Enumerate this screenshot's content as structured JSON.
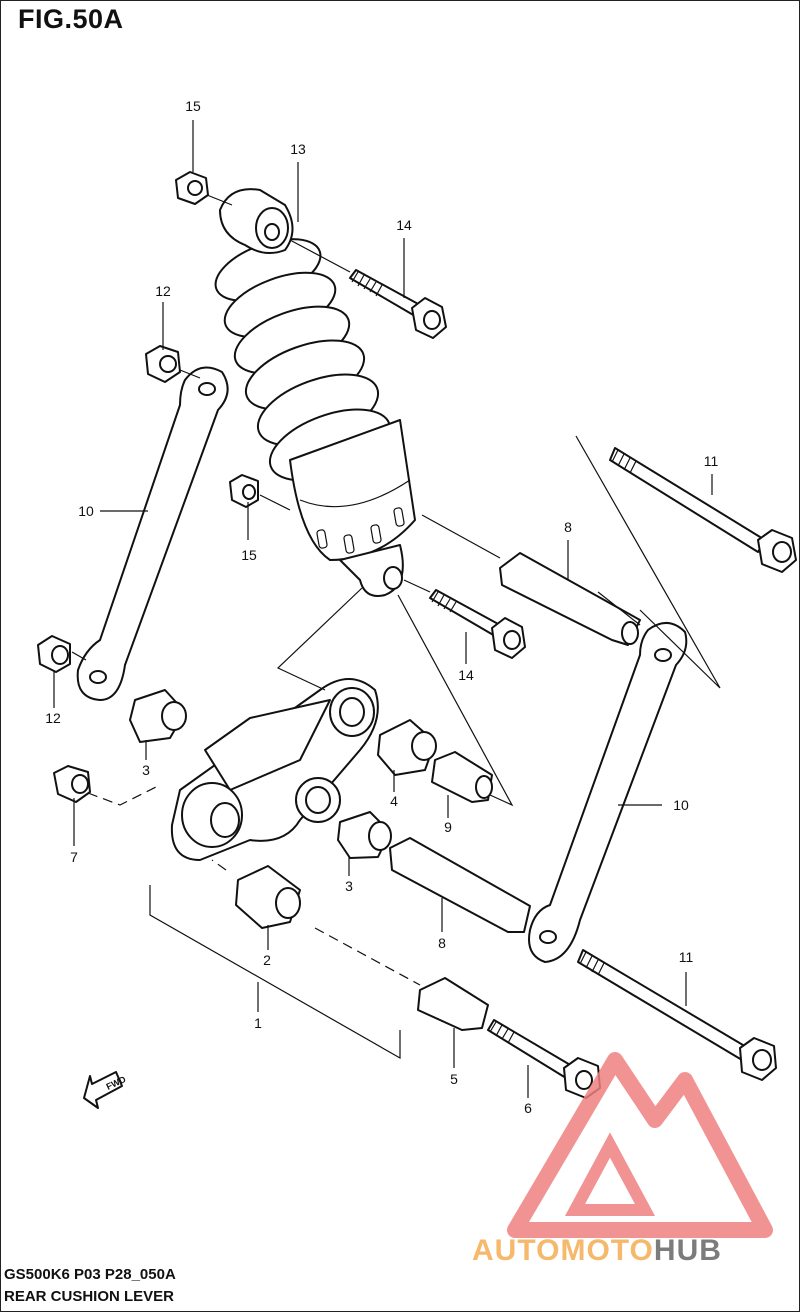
{
  "figure": {
    "title": "FIG.50A"
  },
  "callouts": {
    "c1": "1",
    "c2": "2",
    "c3a": "3",
    "c3b": "3",
    "c4": "4",
    "c5": "5",
    "c6": "6",
    "c7": "7",
    "c8a": "8",
    "c8b": "8",
    "c9": "9",
    "c10a": "10",
    "c10b": "10",
    "c11a": "11",
    "c11b": "11",
    "c12a": "12",
    "c12b": "12",
    "c13": "13",
    "c14a": "14",
    "c14b": "14",
    "c15a": "15",
    "c15b": "15"
  },
  "direction_marker": {
    "label": "FWD"
  },
  "footer": {
    "code": "GS500K6 P03 P28_050A",
    "name": "REAR CUSHION LEVER"
  },
  "watermark": {
    "part1": "AUTOMOTO",
    "part2": "HUB",
    "color_orange": "#f6b86a",
    "color_gray": "#7c7c7c",
    "color_red": "#f08080"
  }
}
